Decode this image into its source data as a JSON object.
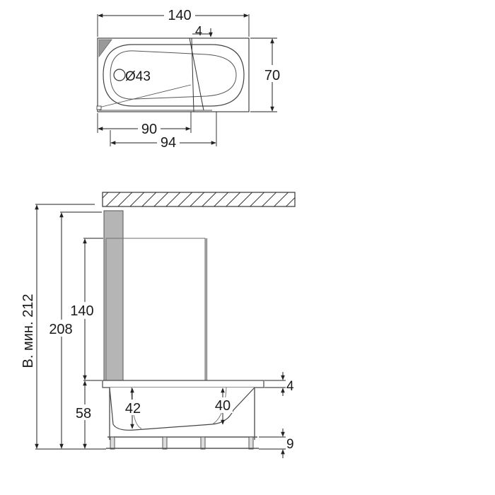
{
  "top_view": {
    "overall_length": "140",
    "overall_width": "70",
    "drain_diameter": "Ø43",
    "offset_small": "4",
    "screen_position": "90",
    "screen_length": "94"
  },
  "side_view": {
    "min_height_label": "В. мин. 212",
    "screen_total_height": "208",
    "glass_height": "140",
    "tub_rim_height": "58",
    "inner_depth_left": "42",
    "inner_depth_right": "40",
    "rim_thickness": "4",
    "leg_clearance": "9"
  }
}
